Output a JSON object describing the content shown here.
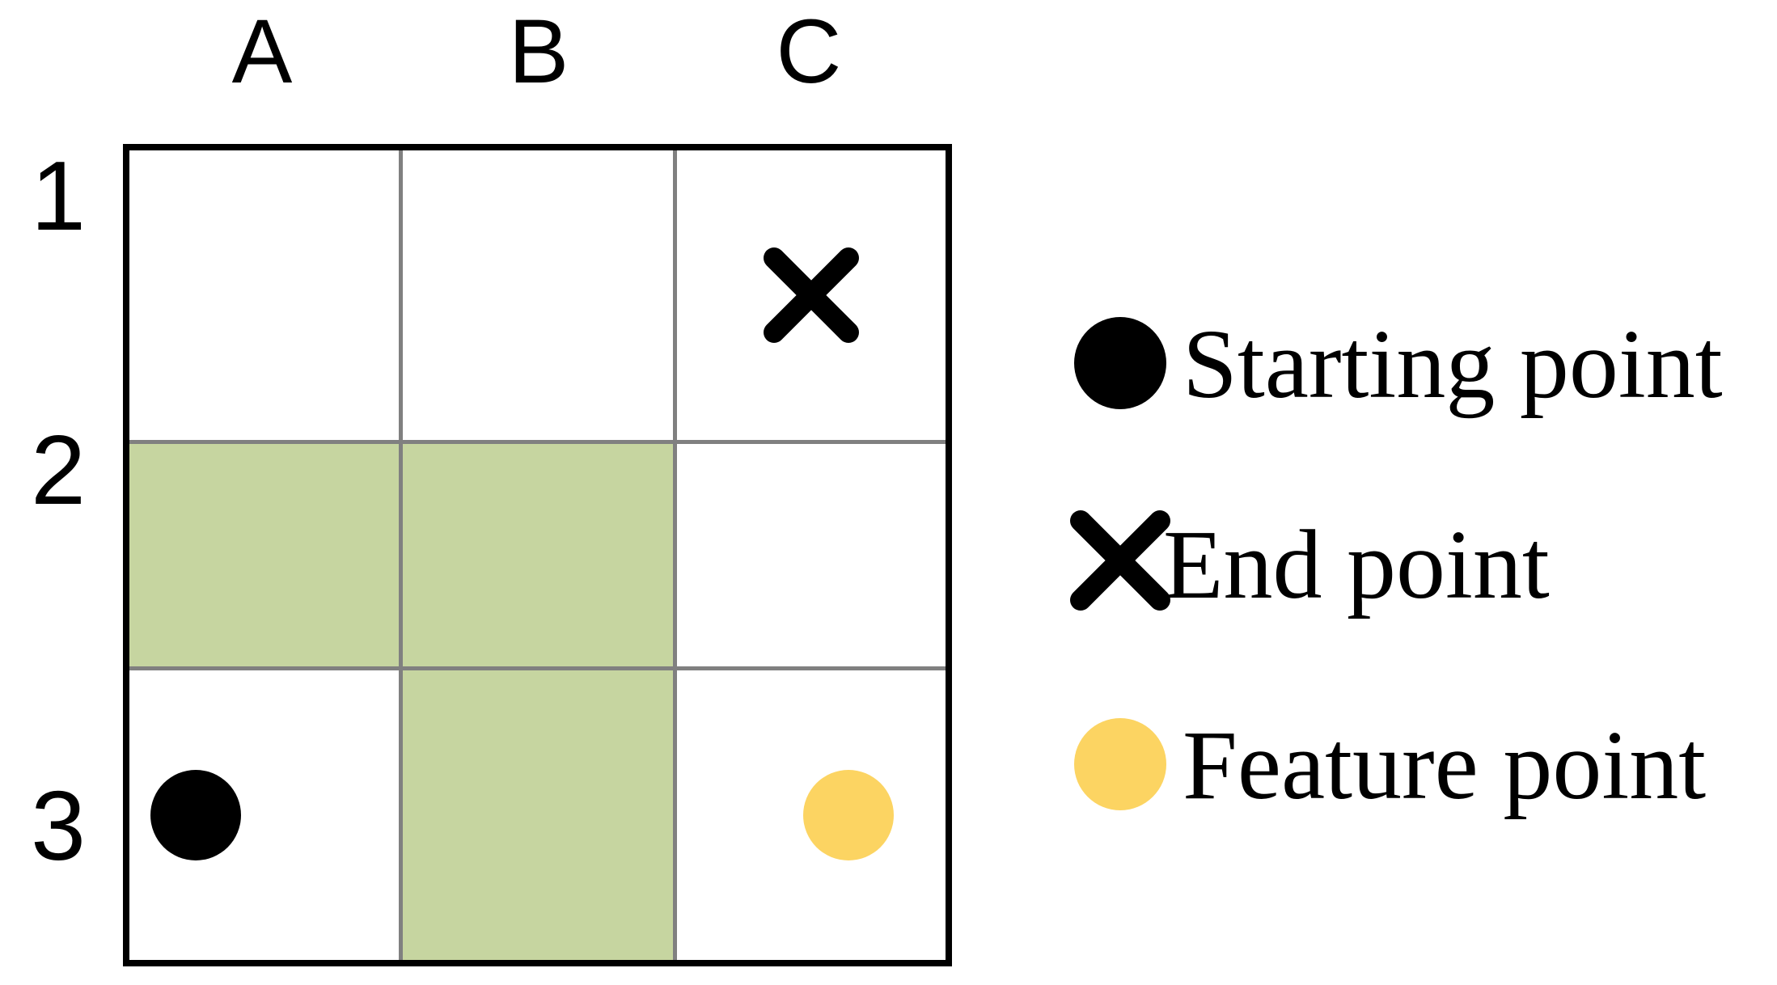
{
  "grid": {
    "column_headers": [
      "A",
      "B",
      "C"
    ],
    "row_headers": [
      "1",
      "2",
      "3"
    ],
    "colors": {
      "outer_border": "#000000",
      "inner_border": "#808080",
      "cell_background": "#ffffff",
      "filled_cell": "#c6d5a0"
    },
    "cells": [
      {
        "id": "A1",
        "column": "A",
        "row": "1",
        "fill": "none",
        "marker": "none"
      },
      {
        "id": "B1",
        "column": "B",
        "row": "1",
        "fill": "none",
        "marker": "none"
      },
      {
        "id": "C1",
        "column": "C",
        "row": "1",
        "fill": "none",
        "marker": "end-point"
      },
      {
        "id": "A2",
        "column": "A",
        "row": "2",
        "fill": "green",
        "marker": "none"
      },
      {
        "id": "B2",
        "column": "B",
        "row": "2",
        "fill": "green",
        "marker": "none"
      },
      {
        "id": "C2",
        "column": "C",
        "row": "2",
        "fill": "none",
        "marker": "none"
      },
      {
        "id": "A3",
        "column": "A",
        "row": "3",
        "fill": "none",
        "marker": "starting-point"
      },
      {
        "id": "B3",
        "column": "B",
        "row": "3",
        "fill": "green",
        "marker": "none"
      },
      {
        "id": "C3",
        "column": "C",
        "row": "3",
        "fill": "none",
        "marker": "feature-point"
      }
    ]
  },
  "legend": {
    "items": [
      {
        "glyph": "filled-circle",
        "color": "#000000",
        "label": "Starting point"
      },
      {
        "glyph": "cross",
        "color": "#000000",
        "label": "End point"
      },
      {
        "glyph": "filled-circle",
        "color": "#fcd462",
        "label": "Feature point"
      }
    ]
  }
}
